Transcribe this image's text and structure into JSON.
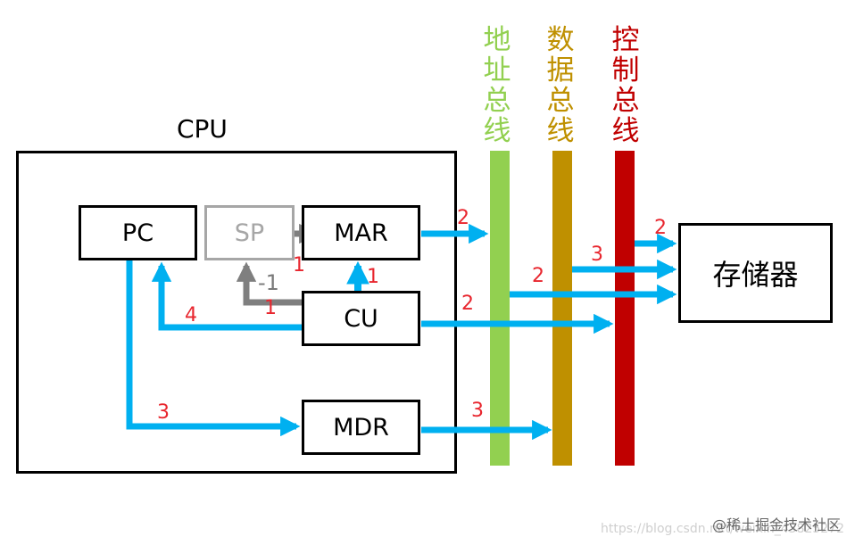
{
  "cpu": {
    "label": "CPU"
  },
  "registers": {
    "pc": "PC",
    "sp": "SP",
    "mar": "MAR",
    "cu": "CU",
    "mdr": "MDR"
  },
  "memory": {
    "label": "存储器"
  },
  "buses": {
    "address": {
      "chars": [
        "地",
        "址",
        "总",
        "线"
      ],
      "color": "#92d050"
    },
    "data": {
      "chars": [
        "数",
        "据",
        "总",
        "线"
      ],
      "color": "#bf9000"
    },
    "control": {
      "chars": [
        "控",
        "制",
        "总",
        "线"
      ],
      "color": "#c00000"
    }
  },
  "step_labels": {
    "pc_to_mdr": "3",
    "cu_to_pc": "4",
    "sp_decrement_value": "-1",
    "cu_to_sp": "1",
    "sp_to_mar": "1",
    "cu_to_mar": "1",
    "mar_to_address_bus": "2",
    "cu_to_control_bus": "2",
    "mdr_to_data_bus": "3",
    "data_bus_to_memory": "3",
    "address_bus_to_memory": "2",
    "control_bus_to_memory": "2"
  },
  "colors": {
    "arrow": "#00b0f0",
    "sp_arrow": "#7f7f7f",
    "label": "#e8262e"
  },
  "watermark": {
    "text": "@稀土掘金技术社区",
    "url": "https://blog.csdn.net/weixin_43825272"
  }
}
